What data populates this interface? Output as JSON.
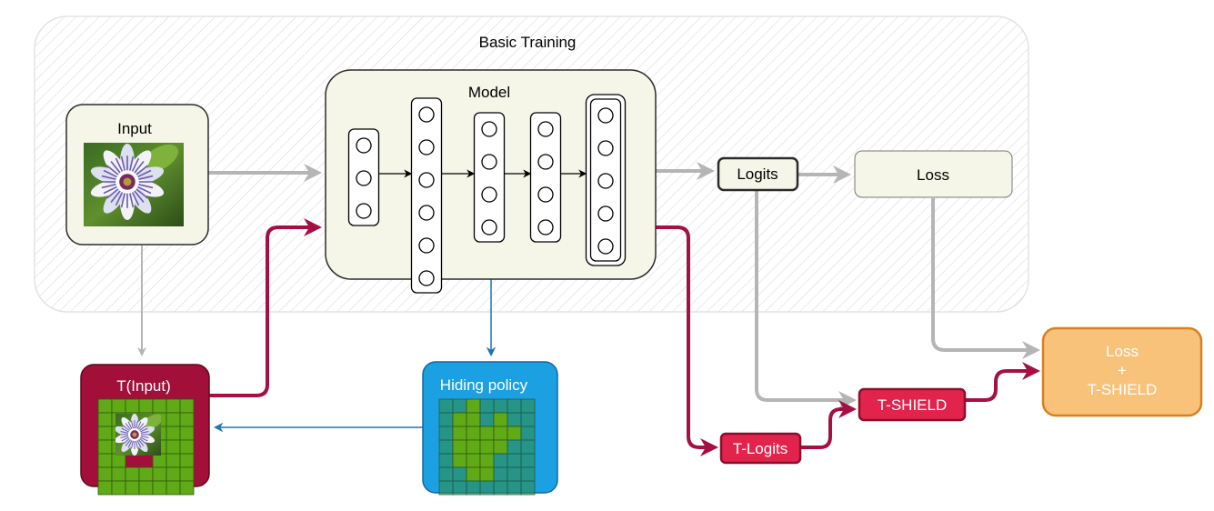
{
  "title": "Basic Training",
  "nodes": {
    "input": "Input",
    "model": "Model",
    "logits": "Logits",
    "loss": "Loss",
    "t_input": "T(Input)",
    "hiding_policy": "Hiding policy",
    "t_logits": "T-Logits",
    "t_shield": "T-SHIELD",
    "final_loss": [
      "Loss",
      "+",
      "T-SHIELD"
    ]
  },
  "model_layers": [
    {
      "neurons": 3
    },
    {
      "neurons": 6
    },
    {
      "neurons": 4
    },
    {
      "neurons": 4
    },
    {
      "neurons": 5,
      "output": true
    }
  ],
  "hiding_mask": {
    "rows": 7,
    "cols": 7,
    "visible": [
      [
        2,
        2
      ],
      [
        2,
        3
      ],
      [
        3,
        2
      ],
      [
        3,
        3
      ],
      [
        4,
        2
      ],
      [
        4,
        3
      ]
    ],
    "highlighted": [
      [
        0,
        2
      ],
      [
        1,
        1
      ],
      [
        1,
        2
      ],
      [
        1,
        4
      ],
      [
        2,
        1
      ],
      [
        2,
        2
      ],
      [
        2,
        3
      ],
      [
        2,
        4
      ],
      [
        2,
        5
      ],
      [
        3,
        1
      ],
      [
        3,
        2
      ],
      [
        3,
        3
      ],
      [
        3,
        4
      ],
      [
        4,
        1
      ],
      [
        4,
        2
      ],
      [
        4,
        3
      ],
      [
        5,
        2
      ],
      [
        5,
        3
      ]
    ]
  },
  "colors": {
    "panel_fill": "#f5f5e8",
    "gray_arrow": "#b5b5b5",
    "crimson": "#a50f42",
    "blue": "#1f73b7",
    "t_input_fill": "#a20f39",
    "policy_fill": "#1ba1e2",
    "red_node_fill": "#e2234c",
    "final_fill": "#f8c27a",
    "final_stroke": "#d9801e",
    "grid_green": "#60a917",
    "grid_dark": "#2f8a3c"
  }
}
